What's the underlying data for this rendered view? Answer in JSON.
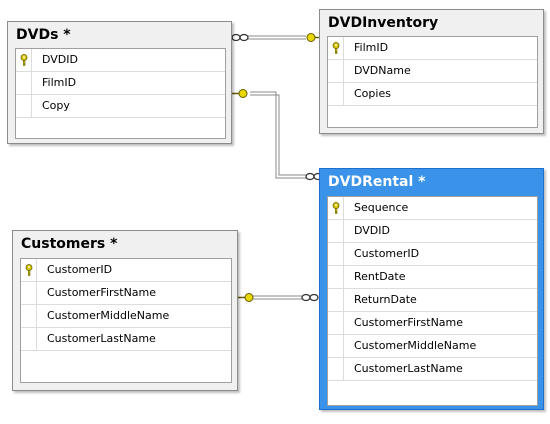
{
  "colors": {
    "selected_title_bg": "#3a93e8",
    "key_icon": "#d8c800",
    "relationship_line": "#888888"
  },
  "tables": {
    "dvds": {
      "title": "DVDs *",
      "columns": [
        {
          "name": "DVDID",
          "primary_key": true
        },
        {
          "name": "FilmID",
          "primary_key": false
        },
        {
          "name": "Copy",
          "primary_key": false
        }
      ]
    },
    "dvdinventory": {
      "title": "DVDInventory",
      "columns": [
        {
          "name": "FilmID",
          "primary_key": true
        },
        {
          "name": "DVDName",
          "primary_key": false
        },
        {
          "name": "Copies",
          "primary_key": false
        }
      ]
    },
    "customers": {
      "title": "Customers *",
      "columns": [
        {
          "name": "CustomerID",
          "primary_key": true
        },
        {
          "name": "CustomerFirstName",
          "primary_key": false
        },
        {
          "name": "CustomerMiddleName",
          "primary_key": false
        },
        {
          "name": "CustomerLastName",
          "primary_key": false
        }
      ]
    },
    "dvdrental": {
      "title": "DVDRental *",
      "selected": true,
      "columns": [
        {
          "name": "Sequence",
          "primary_key": true
        },
        {
          "name": "DVDID",
          "primary_key": false
        },
        {
          "name": "CustomerID",
          "primary_key": false
        },
        {
          "name": "RentDate",
          "primary_key": false
        },
        {
          "name": "ReturnDate",
          "primary_key": false
        },
        {
          "name": "CustomerFirstName",
          "primary_key": false
        },
        {
          "name": "CustomerMiddleName",
          "primary_key": false
        },
        {
          "name": "CustomerLastName",
          "primary_key": false
        }
      ]
    }
  },
  "relationships": [
    {
      "from": "dvds",
      "to": "dvdinventory",
      "one_end": "dvdinventory",
      "many_end": "dvds"
    },
    {
      "from": "dvds",
      "to": "dvdrental",
      "one_end": "dvds",
      "many_end": "dvdrental"
    },
    {
      "from": "customers",
      "to": "dvdrental",
      "one_end": "customers",
      "many_end": "dvdrental"
    }
  ]
}
